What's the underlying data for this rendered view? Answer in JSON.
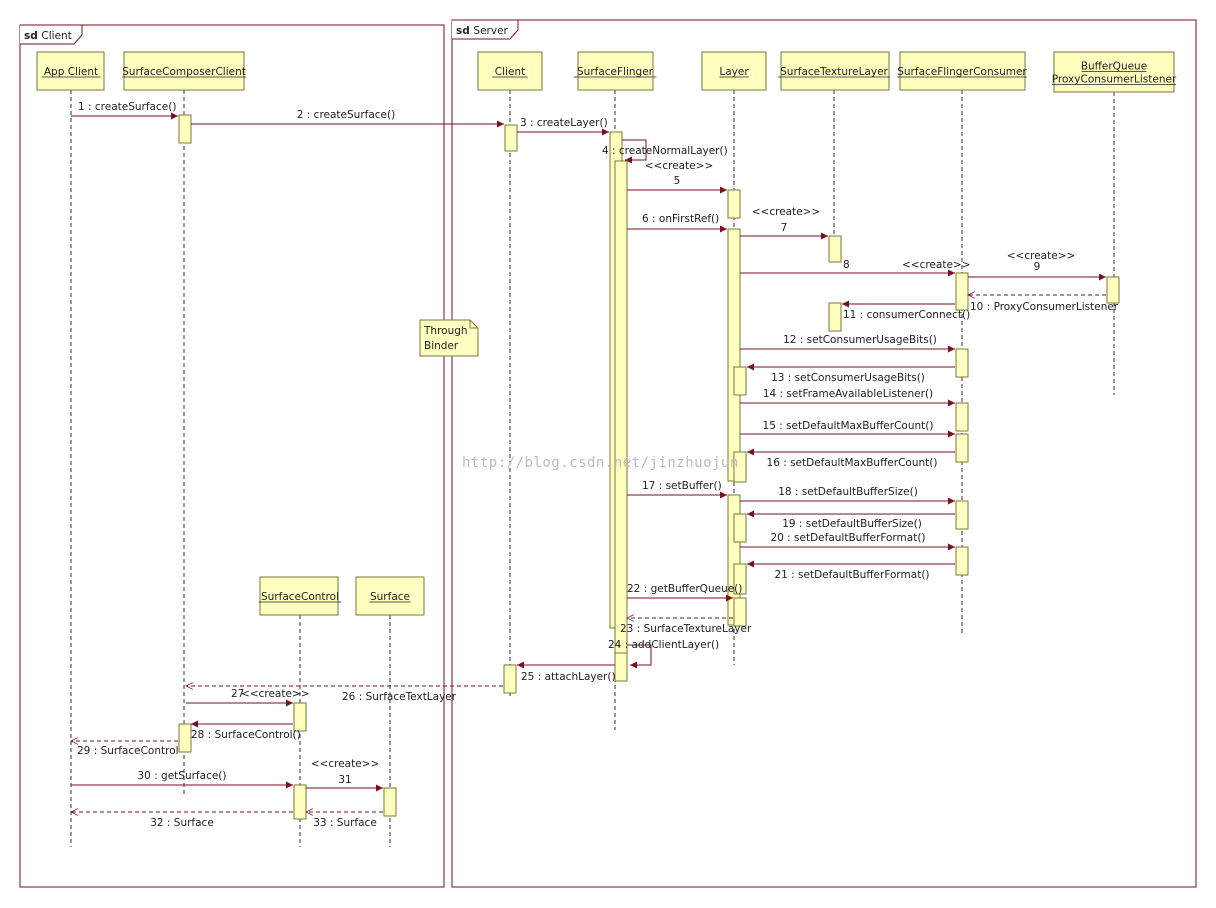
{
  "frames": [
    {
      "id": "client",
      "kw": "sd",
      "name": "Client"
    },
    {
      "id": "server",
      "kw": "sd",
      "name": "Server"
    }
  ],
  "lifelines": [
    {
      "id": "app",
      "lines": [
        "App Client"
      ]
    },
    {
      "id": "scc",
      "lines": [
        "SurfaceComposerClient"
      ]
    },
    {
      "id": "cli",
      "lines": [
        "Client"
      ]
    },
    {
      "id": "sf",
      "lines": [
        "SurfaceFlinger"
      ]
    },
    {
      "id": "lay",
      "lines": [
        "Layer"
      ]
    },
    {
      "id": "stl",
      "lines": [
        "SurfaceTextureLayer"
      ]
    },
    {
      "id": "sfc",
      "lines": [
        "SurfaceFlingerConsumer"
      ]
    },
    {
      "id": "bq",
      "lines": [
        "BufferQueue",
        "ProxyConsumerListener"
      ]
    },
    {
      "id": "sc",
      "lines": [
        "SurfaceControl"
      ]
    },
    {
      "id": "surf",
      "lines": [
        "Surface"
      ]
    }
  ],
  "note": {
    "lines": [
      "Through",
      "Binder"
    ]
  },
  "messages": [
    {
      "n": "1",
      "label": "1 : createSurface()"
    },
    {
      "n": "2",
      "label": "2 : createSurface()"
    },
    {
      "n": "3",
      "label": "3 : createLayer()"
    },
    {
      "n": "4",
      "label": "4 : createNormalLayer()"
    },
    {
      "n": "5",
      "label": "5",
      "stereo": "<<create>>"
    },
    {
      "n": "6",
      "label": "6 : onFirstRef()"
    },
    {
      "n": "7",
      "label": "7",
      "stereo": "<<create>>"
    },
    {
      "n": "8",
      "label": "8",
      "stereo": "<<create>>"
    },
    {
      "n": "9",
      "label": "9",
      "stereo": "<<create>>"
    },
    {
      "n": "10",
      "label": "10 : ProxyConsumerListener"
    },
    {
      "n": "11",
      "label": "11 : consumerConnect()"
    },
    {
      "n": "12",
      "label": "12 : setConsumerUsageBits()"
    },
    {
      "n": "13",
      "label": "13 : setConsumerUsageBits()"
    },
    {
      "n": "14",
      "label": "14 : setFrameAvailableListener()"
    },
    {
      "n": "15",
      "label": "15 : setDefaultMaxBufferCount()"
    },
    {
      "n": "16",
      "label": "16 : setDefaultMaxBufferCount()"
    },
    {
      "n": "17",
      "label": "17 : setBuffer()"
    },
    {
      "n": "18",
      "label": "18 : setDefaultBufferSize()"
    },
    {
      "n": "19",
      "label": "19 : setDefaultBufferSize()"
    },
    {
      "n": "20",
      "label": "20 : setDefaultBufferFormat()"
    },
    {
      "n": "21",
      "label": "21 : setDefaultBufferFormat()"
    },
    {
      "n": "22",
      "label": "22 : getBufferQueue()"
    },
    {
      "n": "23",
      "label": "23 : SurfaceTextureLayer"
    },
    {
      "n": "24",
      "label": "24 : addClientLayer()"
    },
    {
      "n": "25",
      "label": "25 : attachLayer()"
    },
    {
      "n": "26",
      "label": "26 : SurfaceTextLayer"
    },
    {
      "n": "27",
      "label": "27",
      "stereo": "<<create>>"
    },
    {
      "n": "28",
      "label": "28 : SurfaceControl()"
    },
    {
      "n": "29",
      "label": "29 : SurfaceControl"
    },
    {
      "n": "30",
      "label": "30 : getSurface()"
    },
    {
      "n": "31",
      "label": "31",
      "stereo": "<<create>>"
    },
    {
      "n": "32",
      "label": "32 : Surface"
    },
    {
      "n": "33",
      "label": "33 : Surface"
    }
  ],
  "watermark": "http://blog.csdn.net/jinzhuojun",
  "colors": {
    "box_fill": "#ffffc0",
    "box_stroke": "#7a7a3a",
    "arrow": "#7a1020",
    "frame": "#7a1020"
  }
}
